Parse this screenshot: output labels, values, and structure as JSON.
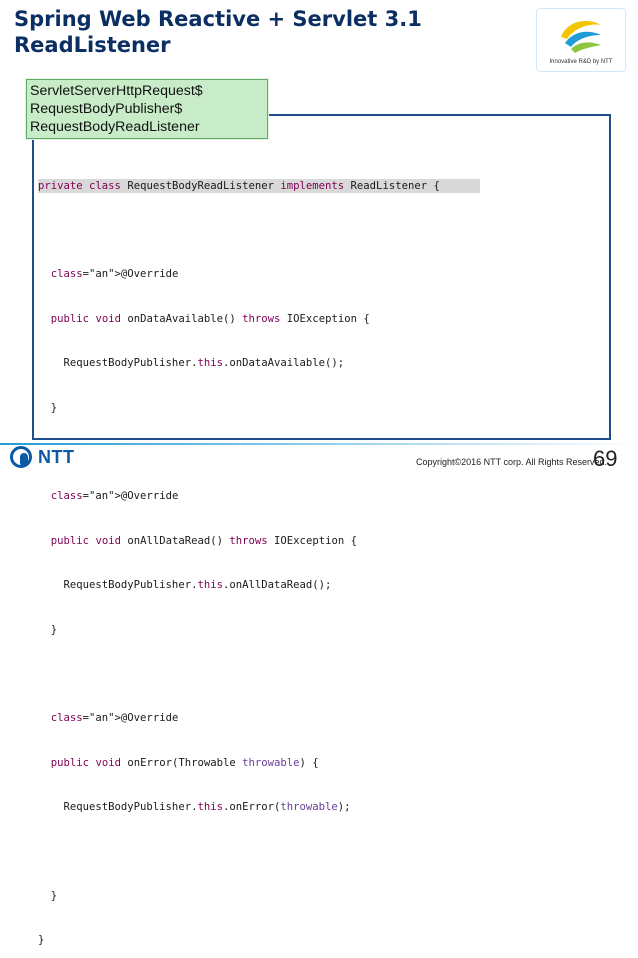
{
  "slide": {
    "title_line1": "Spring Web Reactive + Servlet 3.1",
    "title_line2": "ReadListener",
    "logo_tagline": "Innovative R&D by NTT",
    "callout_lines": [
      "ServletServerHttpRequest$",
      "RequestBodyPublisher$",
      "RequestBodyReadListener"
    ],
    "copyright": "Copyright©2016  NTT corp. All Rights Reserved.",
    "page_number": "69",
    "company_logo_text": "NTT"
  },
  "code": {
    "lines": [
      "private class RequestBodyReadListener implements ReadListener {",
      "",
      "  @Override",
      "  public void onDataAvailable() throws IOException {",
      "    RequestBodyPublisher.this.onDataAvailable();",
      "  }",
      "",
      "  @Override",
      "  public void onAllDataRead() throws IOException {",
      "    RequestBodyPublisher.this.onAllDataRead();",
      "  }",
      "",
      "  @Override",
      "  public void onError(Throwable throwable) {",
      "    RequestBodyPublisher.this.onError(throwable);",
      "",
      "  }",
      "}"
    ]
  },
  "colors": {
    "title": "#0b2f63",
    "code_border": "#1f4e8c",
    "callout_bg": "#c8ecc8",
    "highlight": "#d9d9d9",
    "keyword": "#7f0055",
    "ntt_blue": "#0c5aa6"
  },
  "icons": {
    "company_logo": "ntt-logo-icon",
    "brand_mark": "innovative-rd-logo-icon"
  }
}
